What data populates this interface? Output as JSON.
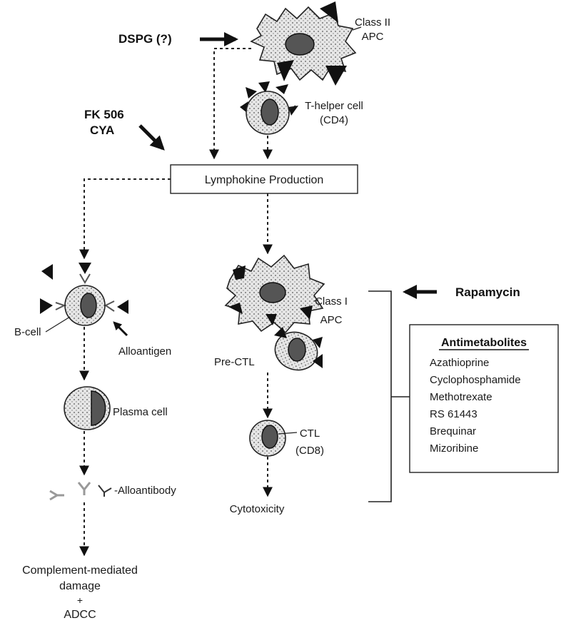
{
  "labels": {
    "dspg": "DSPG (?)",
    "class_ii_apc": [
      "Class II",
      "APC"
    ],
    "fk506": "FK 506",
    "cya": "CYA",
    "t_helper": [
      "T-helper cell",
      "(CD4)"
    ],
    "lymphokine": "Lymphokine Production",
    "rapamycin": "Rapamycin",
    "class_i_apc": [
      "Class I",
      "APC"
    ],
    "b_cell": "B-cell",
    "alloantigen": "Alloantigen",
    "pre_ctl": "Pre-CTL",
    "plasma_cell": "Plasma cell",
    "ctl": [
      "CTL",
      "(CD8)"
    ],
    "alloantibody": "-Alloantibody",
    "cytotoxicity": "Cytotoxicity",
    "complement": [
      "Complement-mediated",
      "damage",
      "+",
      "ADCC"
    ]
  },
  "antimetabolites": {
    "title": "Antimetabolites",
    "items": [
      "Azathioprine",
      "Cyclophosphamide",
      "Methotrexate",
      "RS 61443",
      "Brequinar",
      "Mizoribine"
    ]
  }
}
